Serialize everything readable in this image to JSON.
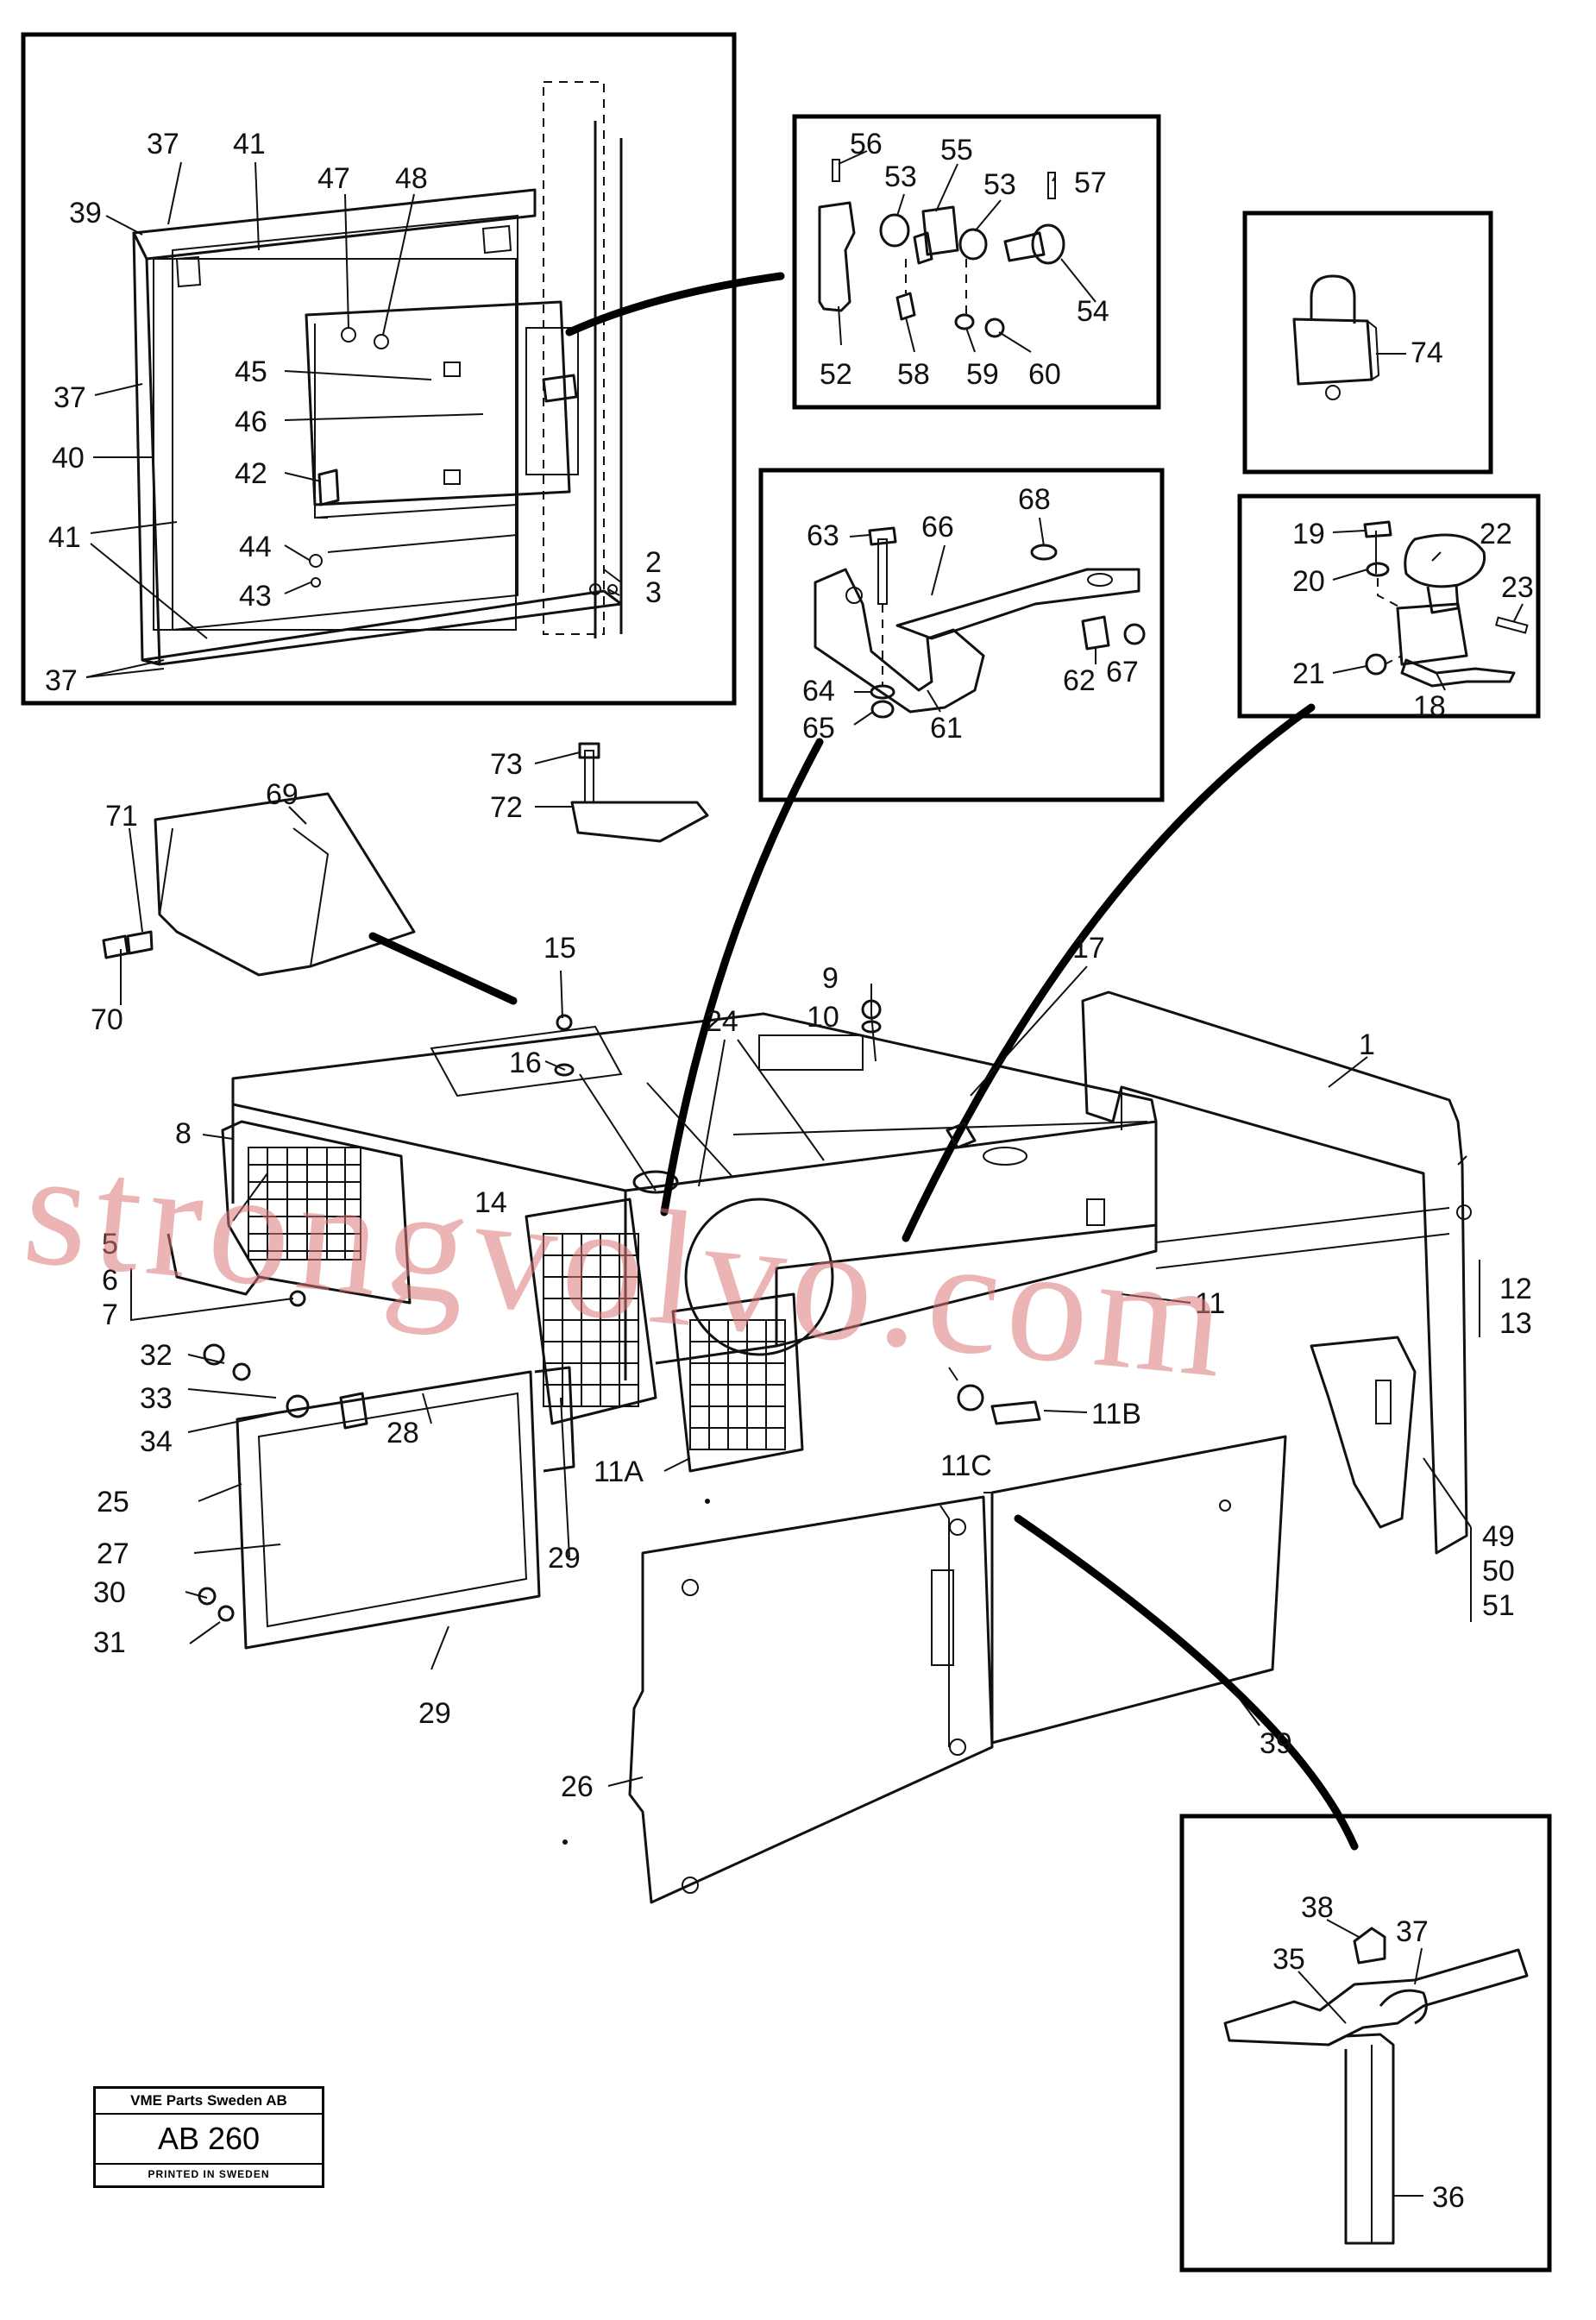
{
  "watermark": "strongvolvo.com",
  "stamp": {
    "company": "VME Parts Sweden AB",
    "code": "AB 260",
    "printed": "PRINTED IN SWEDEN"
  },
  "labels": {
    "l37a": "37",
    "l41a": "41",
    "l47": "47",
    "l48": "48",
    "l39a": "39",
    "l37b": "37",
    "l45": "45",
    "l46": "46",
    "l40": "40",
    "l42": "42",
    "l41b": "41",
    "l44": "44",
    "l43": "43",
    "l2": "2",
    "l3": "3",
    "l37c": "37",
    "l56": "56",
    "l55": "55",
    "l53a": "53",
    "l53b": "53",
    "l57": "57",
    "l54": "54",
    "l52": "52",
    "l58": "58",
    "l59": "59",
    "l60": "60",
    "l74": "74",
    "l63": "63",
    "l66": "66",
    "l68": "68",
    "l64": "64",
    "l65": "65",
    "l62": "62",
    "l67": "67",
    "l61": "61",
    "l19": "19",
    "l22": "22",
    "l20": "20",
    "l23": "23",
    "l21": "21",
    "l18": "18",
    "l73": "73",
    "l72": "72",
    "l71": "71",
    "l69": "69",
    "l70": "70",
    "l15": "15",
    "l16": "16",
    "l24": "24",
    "l9": "9",
    "l10": "10",
    "l17": "17",
    "l1": "1",
    "l8": "8",
    "l14": "14",
    "l5": "5",
    "l6": "6",
    "l7": "7",
    "l12": "12",
    "l13": "13",
    "l11": "11",
    "l32": "32",
    "l33": "33",
    "l34": "34",
    "l28": "28",
    "l25": "25",
    "l27": "27",
    "l30": "30",
    "l31": "31",
    "l29a": "29",
    "l29b": "29",
    "l11a": "11A",
    "l11c": "11C",
    "l11b": "11B",
    "l49": "49",
    "l50": "50",
    "l51": "51",
    "l39b": "39",
    "l26": "26",
    "l38": "38",
    "l37d": "37",
    "l35": "35",
    "l36": "36"
  }
}
